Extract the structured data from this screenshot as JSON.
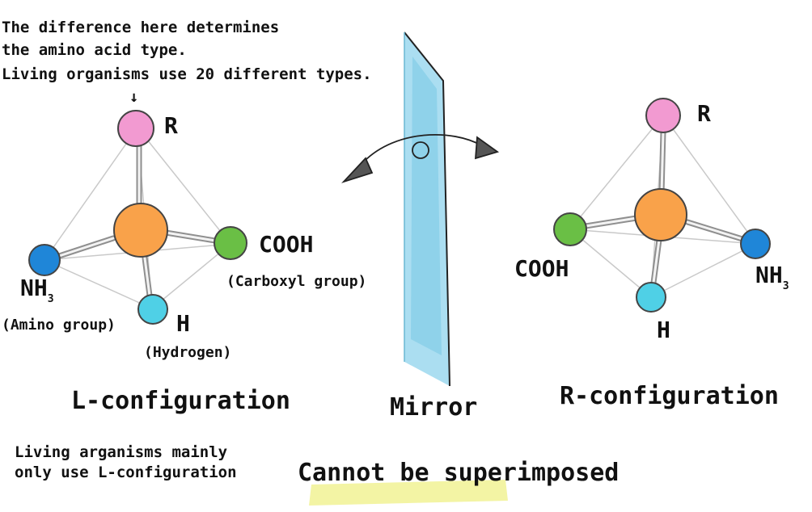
{
  "annotation": {
    "line1": "The difference here determines",
    "line2": "the amino acid type.",
    "line3": "Living organisms use 20 different types.",
    "arrow_glyph": "↓"
  },
  "left_molecule": {
    "r_label": "R",
    "cooh_label": "COOH",
    "cooh_note": "(Carboxyl group)",
    "nh_label": "NH",
    "nh_sub": "3",
    "nh_note": "(Amino group)",
    "h_label": "H",
    "h_note": "(Hydrogen)",
    "config_label": "L-configuration"
  },
  "mirror": {
    "label": "Mirror",
    "color": "#8fd3ec"
  },
  "right_molecule": {
    "r_label": "R",
    "cooh_label": "COOH",
    "nh_label": "NH",
    "nh_sub": "3",
    "h_label": "H",
    "config_label": "R-configuration"
  },
  "footer": {
    "note_line1": "Living arganisms mainly",
    "note_line2": "only use L-configuration",
    "highlight_text": "Cannot be superimposed",
    "highlight_color": "#f2f39a"
  },
  "colors": {
    "center": "#f9a24a",
    "r_group": "#f29ad1",
    "carboxyl": "#6abf45",
    "amino": "#1f86d8",
    "hydrogen": "#4fd0e6",
    "bond": "#9a9a9a"
  }
}
